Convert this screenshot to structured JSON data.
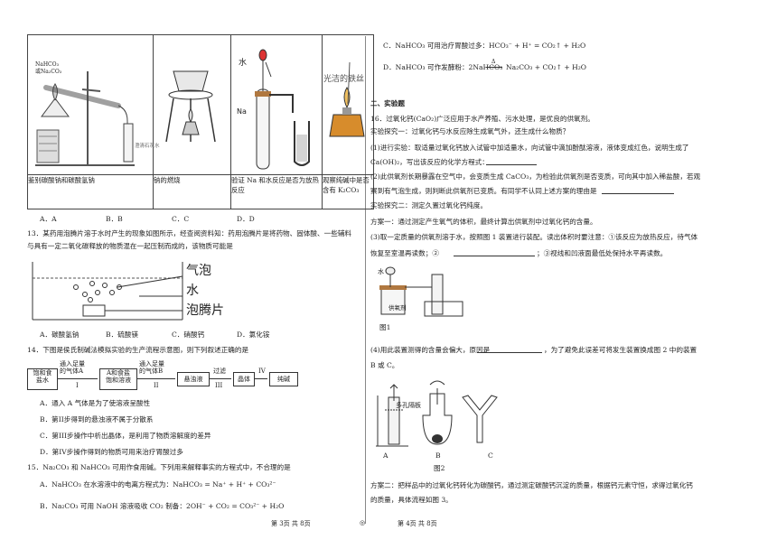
{
  "table": {
    "labels": [
      "NaHCO₃",
      "或Na₂CO₃"
    ],
    "tube_label": "澄清石灰水",
    "water_label": "水",
    "na_label": "Na",
    "banner": "光洁的铁丝",
    "captions": [
      "鉴别碳酸钠和碳酸氢钠",
      "钠的燃烧",
      "验证 Na 和水反应是否为放热反应",
      "观察纯碱中是否含有 K₂CO₃"
    ]
  },
  "q12_options": [
    "A．A",
    "B．B",
    "C．C",
    "D．D"
  ],
  "q13": {
    "stem1": "13．某药用泡腾片溶于水时产生的现象如图所示，经查阅资料知：药用泡腾片是将药物、固体酸、一些辅料",
    "stem2": "与具有一定二氧化碳释放的物质混在一起压制而成的，该物质可能是",
    "labels": [
      "气泡",
      "水",
      "泡腾片"
    ],
    "options": [
      "A．碳酸氢钠",
      "B．硫酸镁",
      "C．硝酸钙",
      "D．氯化铵"
    ]
  },
  "q14": {
    "stem": "14．下图是侯氏制碱法模拟实验的生产流程示意图，则下列叙述正确的是",
    "flow": {
      "box1": [
        "饱和食",
        "盐水"
      ],
      "a1": [
        "通入足量",
        "的气体A"
      ],
      "s1": "I",
      "box2": [
        "A和食盐",
        "饱和溶液"
      ],
      "a2": [
        "通入足量",
        "的气体B"
      ],
      "s2": "II",
      "box3": "悬浊液",
      "a3": "过滤",
      "s3": "III",
      "box4": "晶体",
      "s4": "IV",
      "box5": "纯碱"
    },
    "options": [
      "A．通入 A 气体是为了使溶液呈酸性",
      "B．第II步得到的悬浊液不属于分散系",
      "C．第III步操作中析出晶体，是利用了物质溶解度的差异",
      "D．第IV步操作得到的物质可用来治疗胃酸过多"
    ]
  },
  "q15": {
    "stem": "15．Na₂CO₃ 和 NaHCO₃ 可用作食用碱。下列用来解释事实的方程式中，不合理的是",
    "A": "A．NaHCO₃ 在水溶液中的电离方程式为：NaHCO₃ = Na⁺ + H⁺ + CO₃²⁻",
    "B": "B．Na₂CO₃ 可用 NaOH 溶液吸收 CO₂ 制备：2OH⁻ + CO₂ = CO₃²⁻ + H₂O",
    "C": "C．NaHCO₃ 可用治疗胃酸过多：HCO₃⁻ + H⁺ = CO₂↑ + H₂O",
    "D_pre": "D．NaHCO₃ 可作发酵粉：2NaHCO₃",
    "D_delta": "Δ",
    "D_post": "Na₂CO₃ + CO₂↑ + H₂O"
  },
  "sec2": "二、实验题",
  "q16": {
    "l1": "16．过氧化钙(CaO₂)广泛应用于水产养殖、污水处理，是优良的供氧剂。",
    "l2": "实验探究一：过氧化钙与水反应除生成氧气外，还生成什么物质？",
    "l3": "(1)进行实验：取适量过氧化钙放入试管中加适量水，向试管中滴加酚酞溶液，液体变成红色，说明生成了",
    "l4": "Ca(OH)₂，写出该反应的化学方程式：",
    "l5": "(2)此供氧剂长期暴露在空气中，会变质生成 CaCO₃，为检验此供氧剂是否变质，可向其中加入稀盐酸，若观",
    "l6": "察到有气泡生成，则判断此供氧剂已变质。有同学不认同上述方案的理由是",
    "l7": "实验探究二：测定久置过氧化钙纯度。",
    "l8": "方案一：通过测定产生氧气的体积，最终计算出供氧剂中过氧化钙的含量。",
    "l9": "(3)取一定质量的供氧剂溶于水，按照图 1 装置进行装配。读出体积时要注意：①该反应为放热反应，待气体",
    "l10": "恢复至室温再读数；②",
    "l10b": "；③视线和凹液面最低处保持水平再读数。",
    "fig1_water": "水",
    "fig1_agent": "供氧剂",
    "fig1": "图1",
    "l11": "(4)用此装置测得的含量会偏大，原因是",
    "l11b": "，为了避免此误差可将发生装置换成图 2 中的装置",
    "l12": "B 或 C。",
    "fig2_labels": [
      "多孔隔板",
      "A",
      "B",
      "C"
    ],
    "fig2": "图2",
    "l13": "方案二：把样品中的过氧化钙转化为碳酸钙，通过测定碳酸钙沉淀的质量，根据钙元素守恒，求得过氧化钙",
    "l14": "的质量，具体流程如图 3。"
  },
  "footer": {
    "left": "第 3页  共 8页",
    "mid": "◎",
    "right": "第 4页  共 8页"
  }
}
